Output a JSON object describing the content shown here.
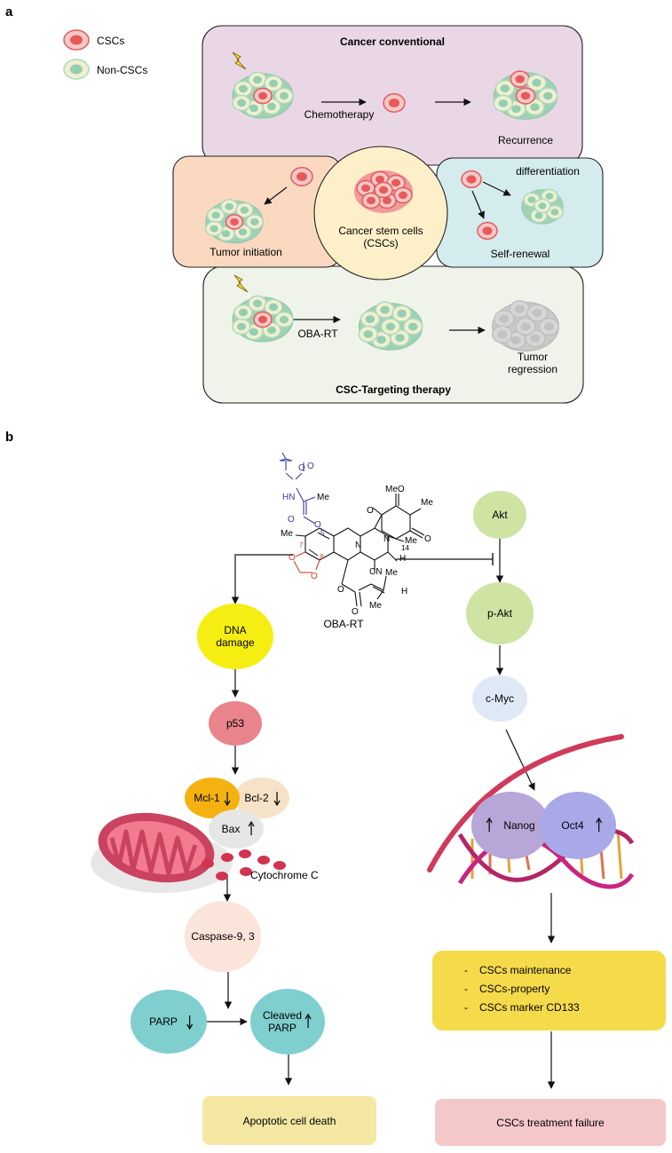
{
  "panel_a": {
    "letter": "a",
    "legend": {
      "cscs": "CSCs",
      "non_cscs": "Non-CSCs"
    },
    "conventional": {
      "title": "Cancer conventional",
      "chemo": "Chemotherapy",
      "recurrence": "Recurrence"
    },
    "initiation": {
      "label": "Tumor initiation"
    },
    "center": {
      "line1": "Cancer stem cells",
      "line2": "(CSCs)"
    },
    "renewal": {
      "differentiation": "differentiation",
      "self_renewal": "Self-renewal"
    },
    "targeting": {
      "title": "CSC-Targeting therapy",
      "drug": "OBA-RT",
      "result_line1": "Tumor",
      "result_line2": "regression"
    }
  },
  "panel_b": {
    "letter": "b",
    "molecule": {
      "name": "OBA-RT",
      "atoms": {
        "hn": "HN",
        "me": "Me",
        "o": "O",
        "meo": "MeO",
        "n": "N",
        "h": "H",
        "cn": "CN",
        "n5": "5",
        "n7": "7",
        "n8": "8",
        "n14": "14"
      }
    },
    "left": {
      "dna": "DNA\ndamage",
      "p53": "p53",
      "mcl1": "Mcl-1",
      "bcl2": "Bcl-2",
      "bax": "Bax",
      "cytochrome": "Cytochrome C",
      "caspase": "Caspase-9, 3",
      "parp": "PARP",
      "cleaved": "Cleaved\nPARP",
      "apoptosis": "Apoptotic cell death"
    },
    "right": {
      "akt": "Akt",
      "pakt": "p-Akt",
      "cmyc": "c-Myc",
      "nanog": "Nanog",
      "oct4": "Oct4",
      "box_items": [
        "CSCs maintenance",
        "CSCs-property",
        "CSCs marker CD133"
      ],
      "failure": "CSCs treatment failure"
    },
    "colors": {
      "dna": "#f6ee12",
      "p53": "#e9838c",
      "mcl1": "#f4b211",
      "bcl2": "#f6e2c6",
      "bax": "#e6e6e6",
      "caspase": "#fbe4da",
      "parp": "#7fcfcf",
      "akt": "#cfe3a3",
      "cmyc": "#dfe9f6",
      "nanog": "#b7a6d8",
      "oct4": "#a9a9ea",
      "box": "#f5da4a",
      "apoptosis_box": "#f4e7a2",
      "failure_box": "#f4c7c9"
    }
  }
}
